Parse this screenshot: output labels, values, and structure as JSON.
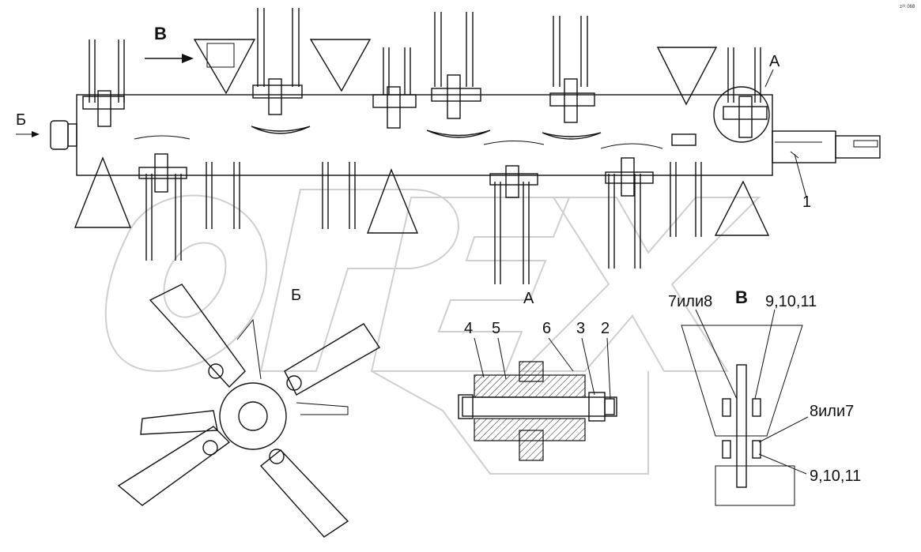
{
  "corner_mark": "z²⁸ 068",
  "watermark": "OPEX",
  "labels": {
    "view_b_top": "В",
    "view_bb_left": "Б",
    "part1": "1",
    "callout_a": "А",
    "section_b": "Б",
    "section_a": "А",
    "section_v": "В",
    "p4": "4",
    "p5": "5",
    "p6": "6",
    "p3": "3",
    "p2": "2",
    "v_7or8": "7или8",
    "v_9_10_11_top": "9,10,11",
    "v_8or7": "8или7",
    "v_9_10_11_bottom": "9,10,11"
  }
}
